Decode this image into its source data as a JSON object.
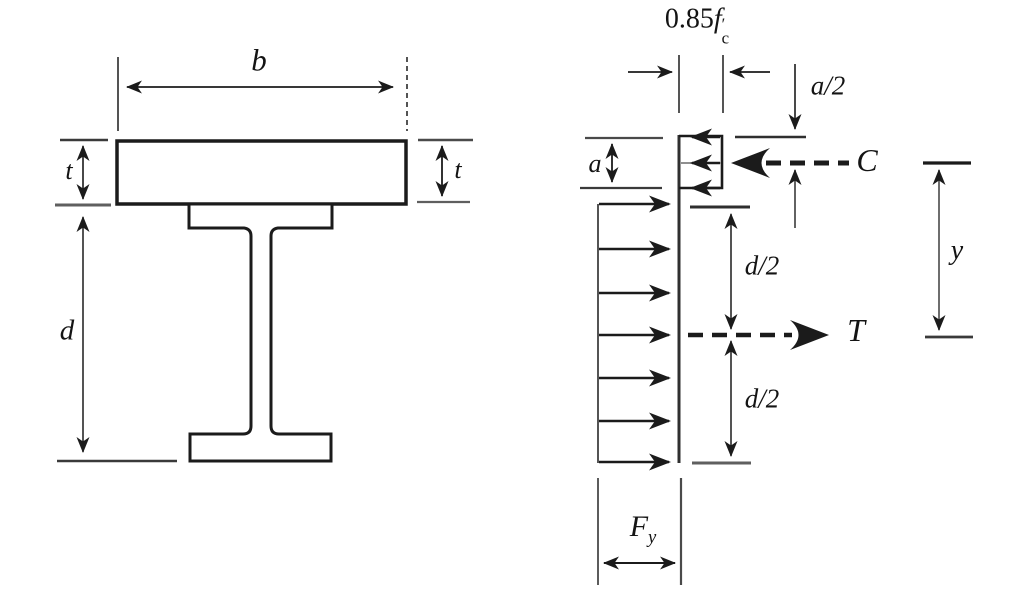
{
  "figure": {
    "description": "Composite beam cross section and plastic stress distribution",
    "colors": {
      "background": "#ffffff",
      "ink": "#1b1b1b",
      "gray": "#6f6f6f",
      "lightgray": "#8f8f8f"
    },
    "left_diagram": {
      "name": "composite-beam-cross-section",
      "labels": {
        "slab_width": "b",
        "slab_thickness_left": "t",
        "slab_thickness_right": "t",
        "steel_depth": "d"
      }
    },
    "right_diagram": {
      "name": "plastic-stress-distribution",
      "labels": {
        "concrete_stress": {
          "prefix": "0.85",
          "symbol": "f",
          "prime": "′",
          "sub": "c"
        },
        "half_block_depth": "a/2",
        "block_depth": "a",
        "compression_force": "C",
        "moment_arm": "y",
        "half_steel_depth_upper": "d/2",
        "tension_force": "T",
        "half_steel_depth_lower": "d/2",
        "steel_stress": {
          "symbol": "F",
          "sub": "y"
        }
      }
    }
  }
}
